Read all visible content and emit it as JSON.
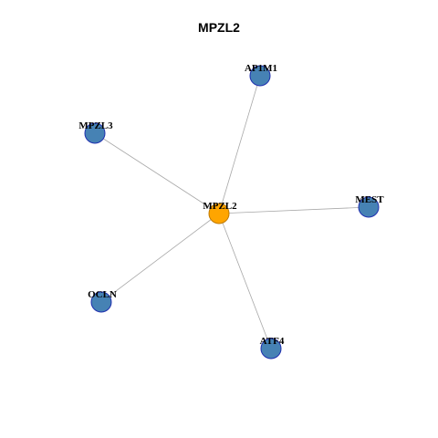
{
  "title": "MPZL2",
  "colors": {
    "center_fill": "#FFA500",
    "center_stroke": "#C07A00",
    "neighbor_fill": "#4682B4",
    "neighbor_stroke": "#1F2FAF",
    "edge": "#A8A8A8"
  },
  "graph": {
    "center": {
      "id": "MPZL2",
      "label": "MPZL2"
    },
    "neighbors": [
      {
        "id": "AP1M1",
        "label": "AP1M1"
      },
      {
        "id": "MPZL3",
        "label": "MPZL3"
      },
      {
        "id": "MEST",
        "label": "MEST"
      },
      {
        "id": "OCLN",
        "label": "OCLN"
      },
      {
        "id": "ATF4",
        "label": "ATF4"
      }
    ],
    "edges": [
      [
        "MPZL2",
        "AP1M1"
      ],
      [
        "MPZL2",
        "MPZL3"
      ],
      [
        "MPZL2",
        "MEST"
      ],
      [
        "MPZL2",
        "OCLN"
      ],
      [
        "MPZL2",
        "ATF4"
      ]
    ]
  }
}
